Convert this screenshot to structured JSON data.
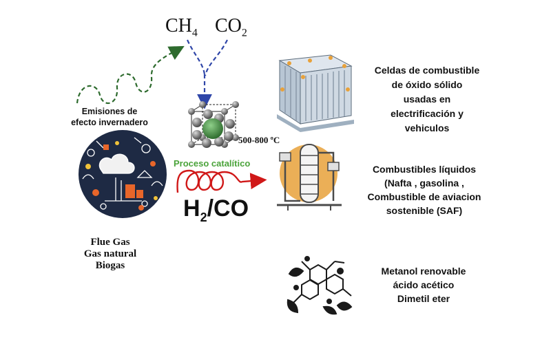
{
  "inputs": {
    "ch4_main": "CH",
    "ch4_sub": "4",
    "co2_main": "CO",
    "co2_sub": "2"
  },
  "emissions": {
    "line1": "Emisiones de",
    "line2": "efecto invernadero"
  },
  "sources": {
    "line1": "Flue Gas",
    "line2": "Gas natural",
    "line3": "Biogas"
  },
  "process": {
    "temperature": "500-800 ºC",
    "label": "Proceso catalítico"
  },
  "syngas": {
    "h": "H",
    "sub": "2",
    "rest": "/CO"
  },
  "products": {
    "fuel_cells": [
      "Celdas de combustible",
      "de óxido sólido",
      "usadas en",
      "electrificación y",
      "vehiculos"
    ],
    "liquid_fuels": [
      "Combustibles líquidos",
      "(Nafta , gasolina ,",
      "Combustible de aviacion",
      "sostenible (SAF)"
    ],
    "chemicals": [
      "Metanol renovable",
      "ácido acético",
      "Dimetil eter"
    ]
  },
  "colors": {
    "wave_arrow": "#2e6b2e",
    "blue_arrow": "#2f46a8",
    "red_arrow": "#d01818",
    "process_green": "#4aa33a",
    "catalyst_sphere": "#3e8a3e",
    "node_gray": "#777777",
    "icon_orange": "#e8a13a"
  }
}
